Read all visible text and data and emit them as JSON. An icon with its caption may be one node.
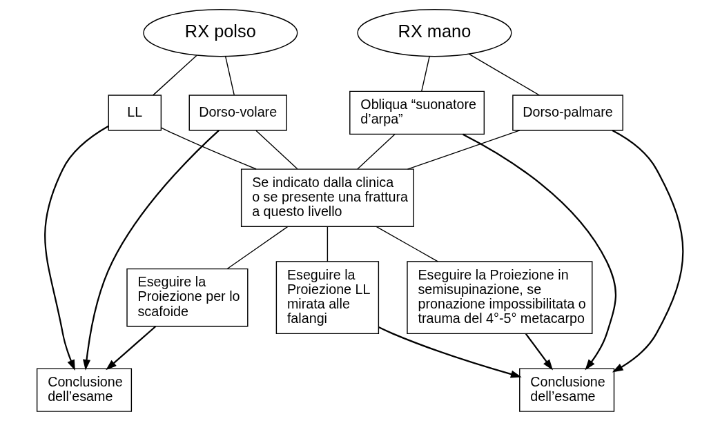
{
  "diagram": {
    "nodes": [
      {
        "text": [
          "RX polso"
        ]
      },
      {
        "text": [
          "RX mano"
        ]
      },
      {
        "text": [
          "Dorso-volare"
        ]
      },
      {
        "text": [
          "LL"
        ]
      },
      {
        "text": [
          "Dorso-palmare"
        ]
      },
      {
        "text": [
          "Obliqua “suonatore d’arpa”"
        ]
      },
      {
        "text": [
          "Se indicato dalla clinica o se presente una frattura a questo livello"
        ]
      },
      {
        "text": [
          "Conclusione dell’esame"
        ]
      },
      {
        "text": [
          "Conclusione dell’esame"
        ]
      },
      {
        "text": [
          "Eseguire la Proiezione per lo scafoide"
        ]
      },
      {
        "text": [
          "Eseguire la Proiezione LL mirata alle falangi"
        ]
      },
      {
        "text": [
          "Eseguire la Proiezione in semisupinazione, se pronazione impossibilitata o trauma del 4°-5° metacarpo"
        ]
      }
    ],
    "edges": [
      {
        "from": 0,
        "to": 2,
        "arrow": "none"
      },
      {
        "from": 0,
        "to": 3,
        "arrow": "none"
      },
      {
        "from": 1,
        "to": 4,
        "arrow": "none"
      },
      {
        "from": 1,
        "to": 5,
        "arrow": "none"
      },
      {
        "from": 2,
        "to": 6,
        "arrow": "none"
      },
      {
        "from": 3,
        "to": 6,
        "arrow": "none"
      },
      {
        "from": 2,
        "to": 7,
        "arrow": "to"
      },
      {
        "from": 3,
        "to": 7,
        "arrow": "to"
      },
      {
        "from": 4,
        "to": 6,
        "arrow": "none"
      },
      {
        "from": 5,
        "to": 6,
        "arrow": "none"
      },
      {
        "from": 4,
        "to": 8,
        "arrow": "to"
      },
      {
        "from": 5,
        "to": 8,
        "arrow": "to"
      },
      {
        "from": 6,
        "to": 9,
        "arrow": "none"
      },
      {
        "from": 6,
        "to": 10,
        "arrow": "none"
      },
      {
        "from": 6,
        "to": 11,
        "arrow": "none"
      },
      {
        "from": 9,
        "to": 7,
        "arrow": "to"
      },
      {
        "from": 10,
        "to": 8,
        "arrow": "to"
      },
      {
        "from": 11,
        "to": 8,
        "arrow": "to"
      }
    ]
  }
}
